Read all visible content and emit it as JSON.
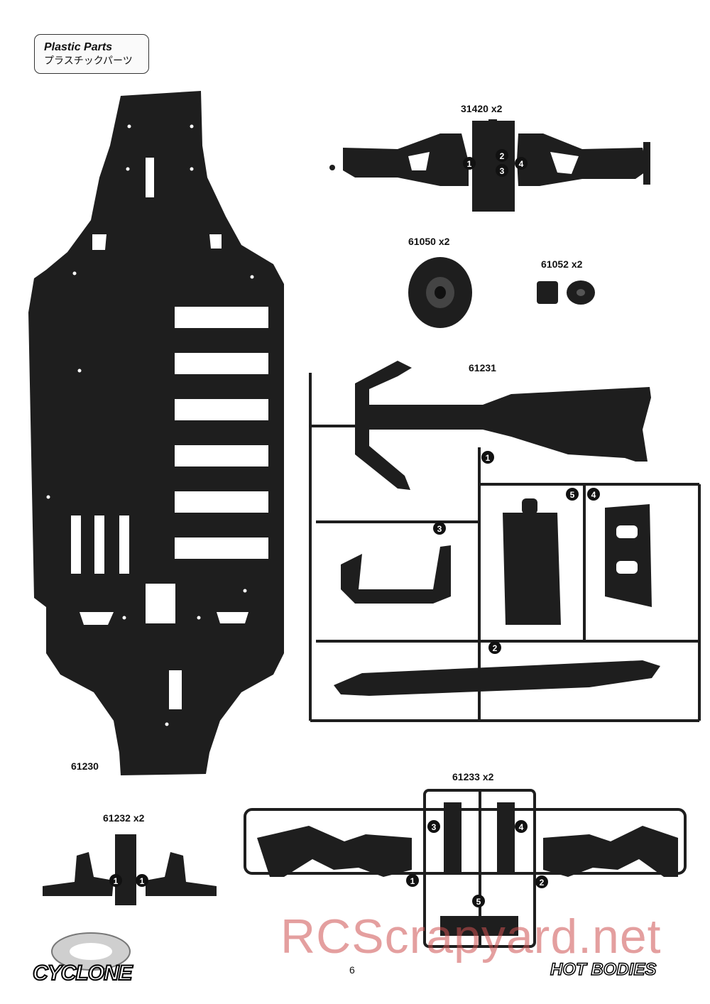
{
  "header": {
    "title_en": "Plastic Parts",
    "title_jp": "プラスチックパーツ"
  },
  "parts": {
    "p31420": "31420  x2",
    "p61050": "61050  x2",
    "p61052": "61052  x2",
    "p61231": "61231",
    "p61230": "61230",
    "p61233": "61233  x2",
    "p61232": "61232  x2"
  },
  "callouts": [
    "1",
    "2",
    "3",
    "4",
    "5"
  ],
  "footer": {
    "page_number": "6",
    "logo_left": "CYCLONE",
    "logo_right": "HOT BODIES",
    "watermark": "RCScrapyard.net"
  },
  "colors": {
    "part": "#1c1c1c",
    "watermark": "#d05050"
  }
}
